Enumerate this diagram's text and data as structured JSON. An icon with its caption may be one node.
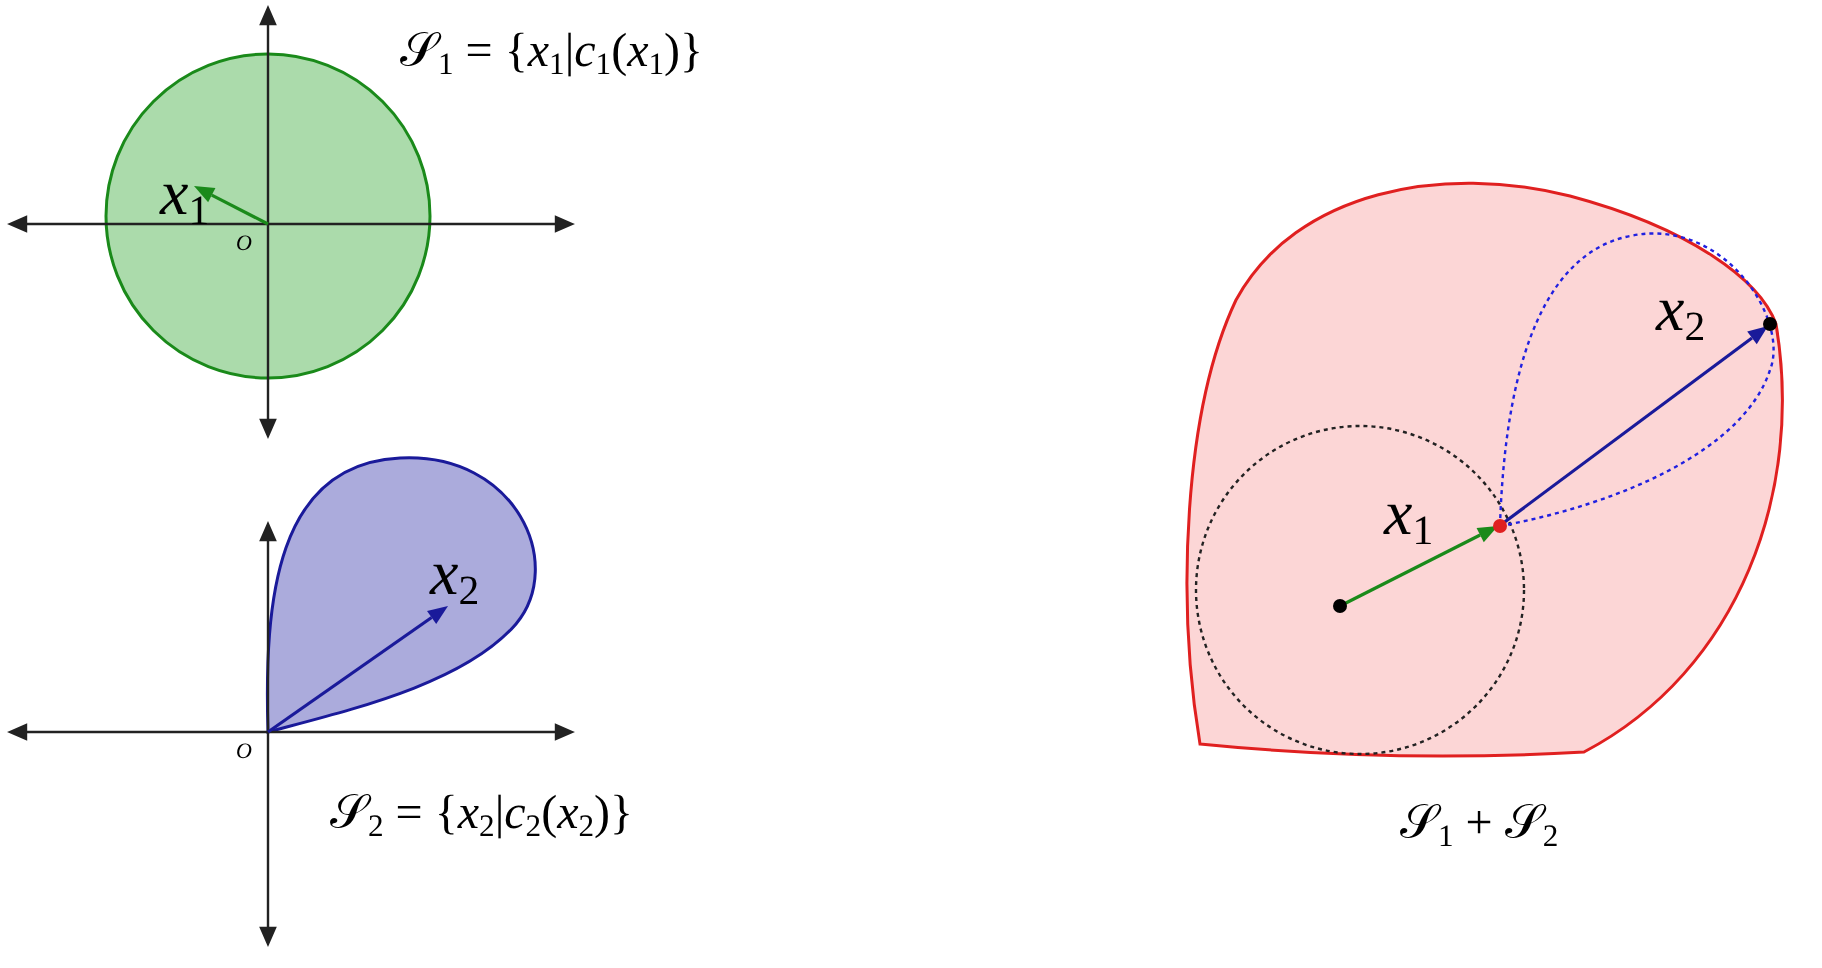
{
  "diagram": {
    "labels": [
      "𝒮$_{1}$ = {*x*$_{1}$|*c*$_{1}$(*x*$_{1}$)}",
      "*x*$_{1}$",
      "*O*",
      "*x*$_{2}$",
      "*x*$_{1}$",
      "*x*$_{2}$",
      "*O*",
      "𝒮$_{2}$ = {*x*$_{2}$|*c*$_{2}$(*x*$_{2}$)}",
      "𝒮$_{1}$ + 𝒮$_{2}$"
    ]
  }
}
